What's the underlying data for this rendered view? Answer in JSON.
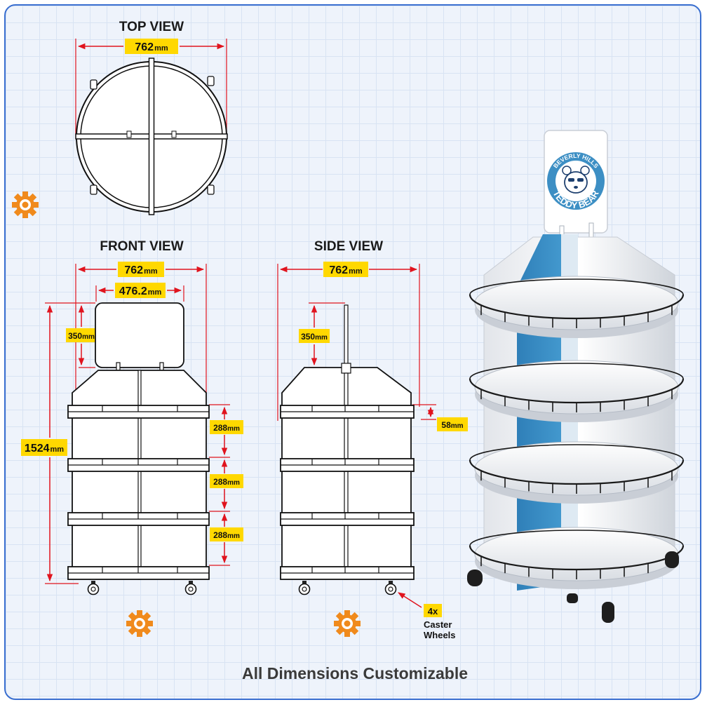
{
  "views": {
    "top": "TOP VIEW",
    "front": "FRONT VIEW",
    "side": "SIDE VIEW"
  },
  "dimensions": {
    "top_width": "762",
    "front_width": "762",
    "header_width": "476.2",
    "header_height_front": "350",
    "total_height": "1524",
    "shelf_spacing_1": "288",
    "shelf_spacing_2": "288",
    "shelf_spacing_3": "288",
    "side_width": "762",
    "header_height_side": "350",
    "top_offset": "58",
    "unit": "mm"
  },
  "casters": {
    "count": "4x",
    "line1": "Caster",
    "line2": "Wheels"
  },
  "header_sign": {
    "top_text": "BEVERLY HILLS",
    "bottom_text": "TEDDY BEAR"
  },
  "footer": "All Dimensions Customizable",
  "colors": {
    "border": "#3a6fd0",
    "dimension_line": "#e0141e",
    "label_fill": "#ffd800",
    "gear": "#f08a1c",
    "accent_blue": "#3d8fc4"
  }
}
